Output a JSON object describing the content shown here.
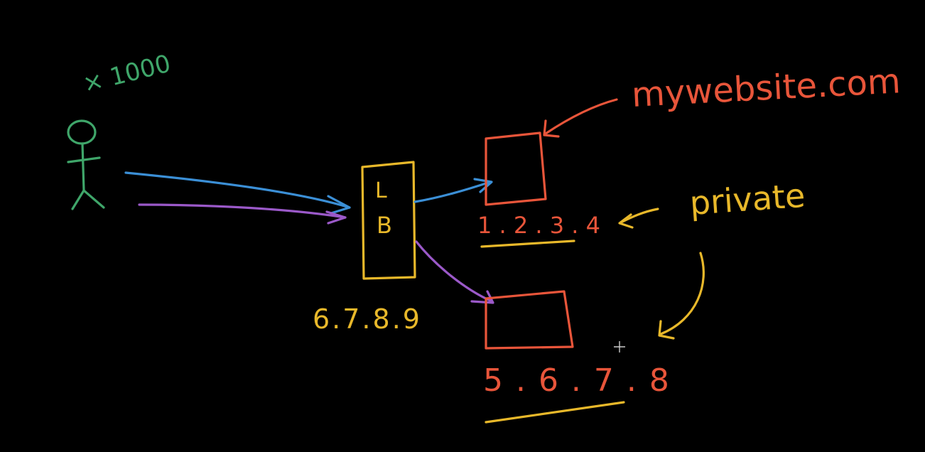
{
  "user": {
    "multiplier": "× 1000"
  },
  "load_balancer": {
    "line1": "L",
    "line2": "B",
    "ip": "6.7.8.9"
  },
  "server1": {
    "ip": "1 . 2 . 3 . 4"
  },
  "server2": {
    "ip": "5 . 6 . 7 . 8"
  },
  "annotations": {
    "domain": "mywebsite.com",
    "private": "private"
  },
  "colors": {
    "background": "#000000",
    "user": "#3fa66a",
    "load_balancer": "#e8b82a",
    "servers": "#e8553a",
    "arrow_blue": "#3b8fd6",
    "arrow_purple": "#9b59c9",
    "private": "#e8b82a"
  }
}
